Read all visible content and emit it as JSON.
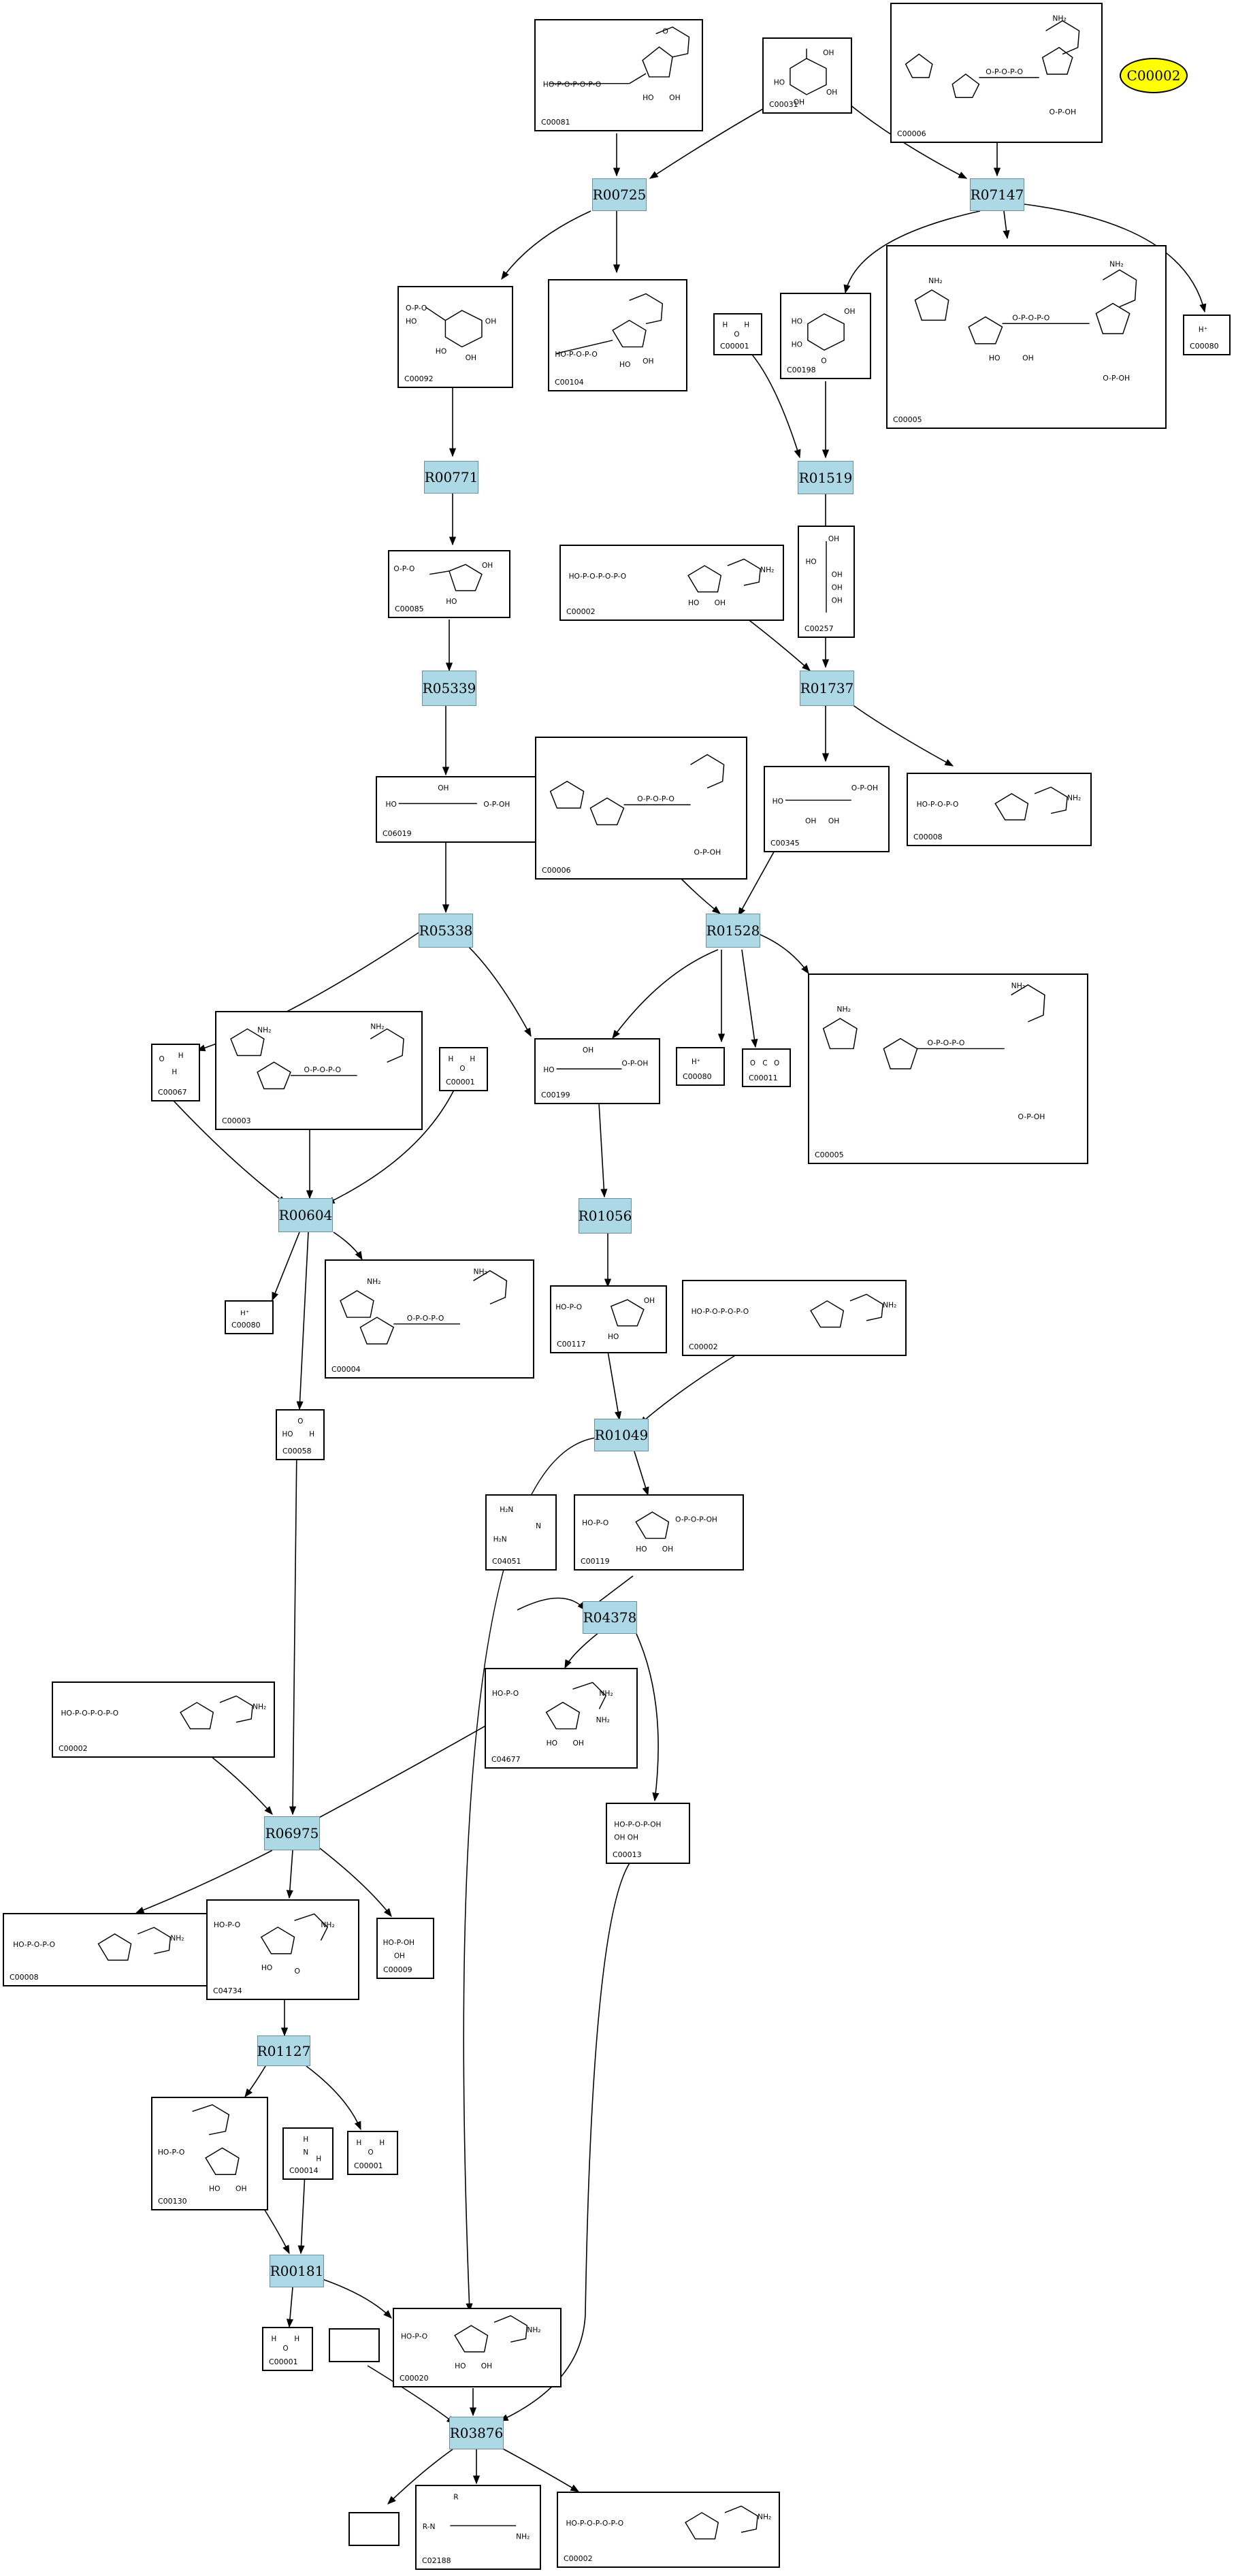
{
  "highlight": {
    "label": "C00002",
    "color": "#ffff00"
  },
  "reaction_color": "#add8e6",
  "reactions": [
    {
      "id": "r00725",
      "label": "R00725"
    },
    {
      "id": "r07147",
      "label": "R07147"
    },
    {
      "id": "r00771",
      "label": "R00771"
    },
    {
      "id": "r01519",
      "label": "R01519"
    },
    {
      "id": "r05339",
      "label": "R05339"
    },
    {
      "id": "r01737",
      "label": "R01737"
    },
    {
      "id": "r05338",
      "label": "R05338"
    },
    {
      "id": "r01528",
      "label": "R01528"
    },
    {
      "id": "r00604",
      "label": "R00604"
    },
    {
      "id": "r01056",
      "label": "R01056"
    },
    {
      "id": "r01049",
      "label": "R01049"
    },
    {
      "id": "r04378",
      "label": "R04378"
    },
    {
      "id": "r06975",
      "label": "R06975"
    },
    {
      "id": "r01127",
      "label": "R01127"
    },
    {
      "id": "r00181",
      "label": "R00181"
    },
    {
      "id": "r03876",
      "label": "R03876"
    }
  ],
  "compounds": [
    {
      "id": "c00081",
      "label": "C00081",
      "mol": "nucleotide"
    },
    {
      "id": "c00031",
      "label": "C00031",
      "mol": "sugar"
    },
    {
      "id": "c00006a",
      "label": "C00006",
      "mol": "dinucleotide"
    },
    {
      "id": "c00092",
      "label": "C00092",
      "mol": "sugarphosphate"
    },
    {
      "id": "c00104",
      "label": "C00104",
      "mol": "nucleotide"
    },
    {
      "id": "c00001a",
      "label": "C00001",
      "mol": "water",
      "labels": [
        "H",
        "O",
        "H"
      ]
    },
    {
      "id": "c00198",
      "label": "C00198",
      "mol": "sugar"
    },
    {
      "id": "c00005a",
      "label": "C00005",
      "mol": "dinucleotide"
    },
    {
      "id": "c00080a",
      "label": "C00080",
      "mol": "ion",
      "labels": [
        "H⁺"
      ]
    },
    {
      "id": "c00085",
      "label": "C00085",
      "mol": "sugarphosphate"
    },
    {
      "id": "c00002a",
      "label": "C00002",
      "mol": "nucleotide"
    },
    {
      "id": "c00257",
      "label": "C00257",
      "mol": "chain"
    },
    {
      "id": "c06019",
      "label": "C06019",
      "mol": "chain"
    },
    {
      "id": "c00006b",
      "label": "C00006",
      "mol": "dinucleotide"
    },
    {
      "id": "c00345",
      "label": "C00345",
      "mol": "chain"
    },
    {
      "id": "c00008a",
      "label": "C00008",
      "mol": "nucleotide"
    },
    {
      "id": "c00067",
      "label": "C00067",
      "mol": "small",
      "labels": [
        "O",
        "H",
        "H"
      ]
    },
    {
      "id": "c00003a",
      "label": "C00003",
      "mol": "dinucleotide"
    },
    {
      "id": "c00001b",
      "label": "C00001",
      "mol": "water",
      "labels": [
        "H",
        "O",
        "H"
      ]
    },
    {
      "id": "c00199",
      "label": "C00199",
      "mol": "chain"
    },
    {
      "id": "c00080b",
      "label": "C00080",
      "mol": "ion",
      "labels": [
        "H⁺"
      ]
    },
    {
      "id": "c00011",
      "label": "C00011",
      "mol": "small",
      "labels": [
        "O",
        "C",
        "O"
      ]
    },
    {
      "id": "c00005b",
      "label": "C00005",
      "mol": "dinucleotide"
    },
    {
      "id": "c00080c",
      "label": "C00080",
      "mol": "ion",
      "labels": [
        "H⁺"
      ]
    },
    {
      "id": "c00004",
      "label": "C00004",
      "mol": "dinucleotide"
    },
    {
      "id": "c00117",
      "label": "C00117",
      "mol": "sugarphosphate"
    },
    {
      "id": "c00002b",
      "label": "C00002",
      "mol": "nucleotide"
    },
    {
      "id": "c00058",
      "label": "C00058",
      "mol": "small",
      "labels": [
        "HO",
        "O",
        "H"
      ]
    },
    {
      "id": "c04051",
      "label": "C04051",
      "mol": "small",
      "labels": [
        "H₂N",
        "H₂N",
        "N"
      ]
    },
    {
      "id": "c00119",
      "label": "C00119",
      "mol": "nucleotide"
    },
    {
      "id": "c04677",
      "label": "C04677",
      "mol": "nucleotide"
    },
    {
      "id": "c00002c",
      "label": "C00002",
      "mol": "nucleotide"
    },
    {
      "id": "c00013",
      "label": "C00013",
      "mol": "phosphate"
    },
    {
      "id": "c00008b",
      "label": "C00008",
      "mol": "nucleotide"
    },
    {
      "id": "c04734",
      "label": "C04734",
      "mol": "nucleotide"
    },
    {
      "id": "c00009",
      "label": "C00009",
      "mol": "phosphate"
    },
    {
      "id": "c00130",
      "label": "C00130",
      "mol": "nucleotide"
    },
    {
      "id": "c00014",
      "label": "C00014",
      "mol": "small",
      "labels": [
        "H",
        "N",
        "H"
      ]
    },
    {
      "id": "c00001c",
      "label": "C00001",
      "mol": "water",
      "labels": [
        "H",
        "O",
        "H"
      ]
    },
    {
      "id": "c00001d",
      "label": "C00001",
      "mol": "water",
      "labels": [
        "H",
        "O",
        "H"
      ]
    },
    {
      "id": "c00020",
      "label": "C00020",
      "mol": "nucleotide"
    },
    {
      "id": "empty1",
      "label": "",
      "mol": "none"
    },
    {
      "id": "empty2",
      "label": "",
      "mol": "none"
    },
    {
      "id": "c02188",
      "label": "C02188",
      "mol": "chain"
    },
    {
      "id": "c00002d",
      "label": "C00002",
      "mol": "nucleotide"
    }
  ]
}
